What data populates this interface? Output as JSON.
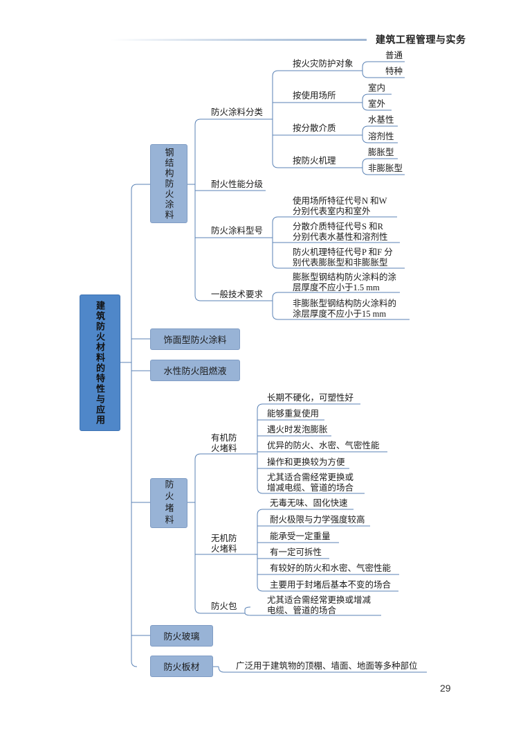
{
  "header": {
    "title": "建筑工程管理与实务"
  },
  "page_number": "29",
  "root": "建筑防火材料的特性与应用",
  "steel": {
    "title": "钢结构防火涂料",
    "classification": {
      "title": "防火涂料分类",
      "by_object": {
        "title": "按火灾防护对象",
        "items": [
          "普通",
          "特种"
        ]
      },
      "by_place": {
        "title": "按使用场所",
        "items": [
          "室内",
          "室外"
        ]
      },
      "by_medium": {
        "title": "按分散介质",
        "items": [
          "水基性",
          "溶剂性"
        ]
      },
      "by_mechanism": {
        "title": "按防火机理",
        "items": [
          "膨胀型",
          "非膨胀型"
        ]
      }
    },
    "rating": {
      "title": "耐火性能分级"
    },
    "model": {
      "title": "防火涂料型号",
      "items": [
        [
          "使用场所特征代号N 和W",
          "分别代表室内和室外"
        ],
        [
          "分散介质特征代号S 和R",
          "分别代表水基性和溶剂性"
        ],
        [
          "防火机理特征代号P 和F 分",
          "别代表膨胀型和非膨胀型"
        ]
      ]
    },
    "tech": {
      "title": "一般技术要求",
      "items": [
        [
          "膨胀型钢结构防火涂料的涂",
          "层厚度不应小于1.5 mm"
        ],
        [
          "非膨胀型钢结构防火涂料的",
          "涂层厚度不应小于15 mm"
        ]
      ]
    }
  },
  "decorative": {
    "title": "饰面型防火涂料"
  },
  "water_retardant": {
    "title": "水性防火阻燃液"
  },
  "sealant": {
    "title": "防火堵料",
    "organic": {
      "title": [
        "有机防",
        "火堵料"
      ],
      "items": [
        "长期不硬化，可塑性好",
        "能够重复使用",
        "遇火时发泡膨胀",
        "优异的防火、水密、气密性能",
        "操作和更换较为方便"
      ],
      "last": [
        "尤其适合需经常更换或",
        "增减电缆、管道的场合"
      ]
    },
    "inorganic": {
      "title": [
        "无机防",
        "火堵料"
      ],
      "items": [
        "无毒无味、固化快速",
        "耐火极限与力学强度较高",
        "能承受一定重量",
        "有一定可拆性",
        "有较好的防火和水密、气密性能",
        "主要用于封堵后基本不变的场合"
      ]
    },
    "bag": {
      "title": "防火包",
      "text": [
        "尤其适合需经常更换或增减",
        "电缆、管道的场合"
      ]
    }
  },
  "glass": {
    "title": "防火玻璃"
  },
  "board": {
    "title": "防火板材",
    "text": "广泛用于建筑物的顶棚、墙面、地面等多种部位"
  },
  "colors": {
    "root": "#4f87c9",
    "node": "#98b3d6",
    "line": "#5a82b5"
  }
}
